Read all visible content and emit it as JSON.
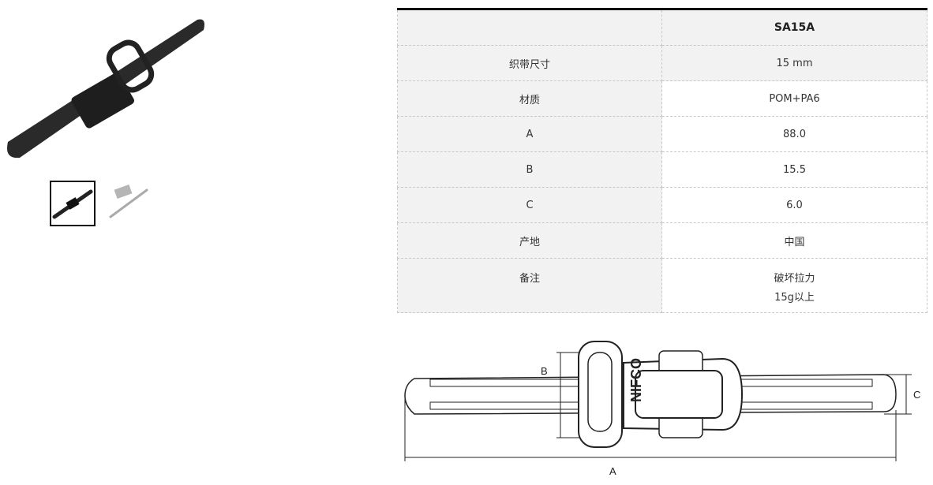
{
  "gallery": {
    "main_image": "product-photo-strap-buckle",
    "thumbnails": [
      "thumbnail-black-buckle",
      "thumbnail-grey-parts"
    ]
  },
  "spec_table": {
    "header": {
      "label": "",
      "value": "SA15A"
    },
    "rows": [
      {
        "label": "织带尺寸",
        "value": "15 mm"
      },
      {
        "label": "材质",
        "value": "POM+PA6"
      },
      {
        "label": "A",
        "value": "88.0"
      },
      {
        "label": "B",
        "value": "15.5"
      },
      {
        "label": "C",
        "value": "6.0"
      },
      {
        "label": "产地",
        "value": "中国"
      },
      {
        "label": "备注",
        "value_line1": "破坏拉力",
        "value_line2": "15g以上"
      }
    ]
  },
  "diagram": {
    "dim_a": "A",
    "dim_b": "B",
    "dim_c": "C",
    "logo": "NIFCO"
  }
}
